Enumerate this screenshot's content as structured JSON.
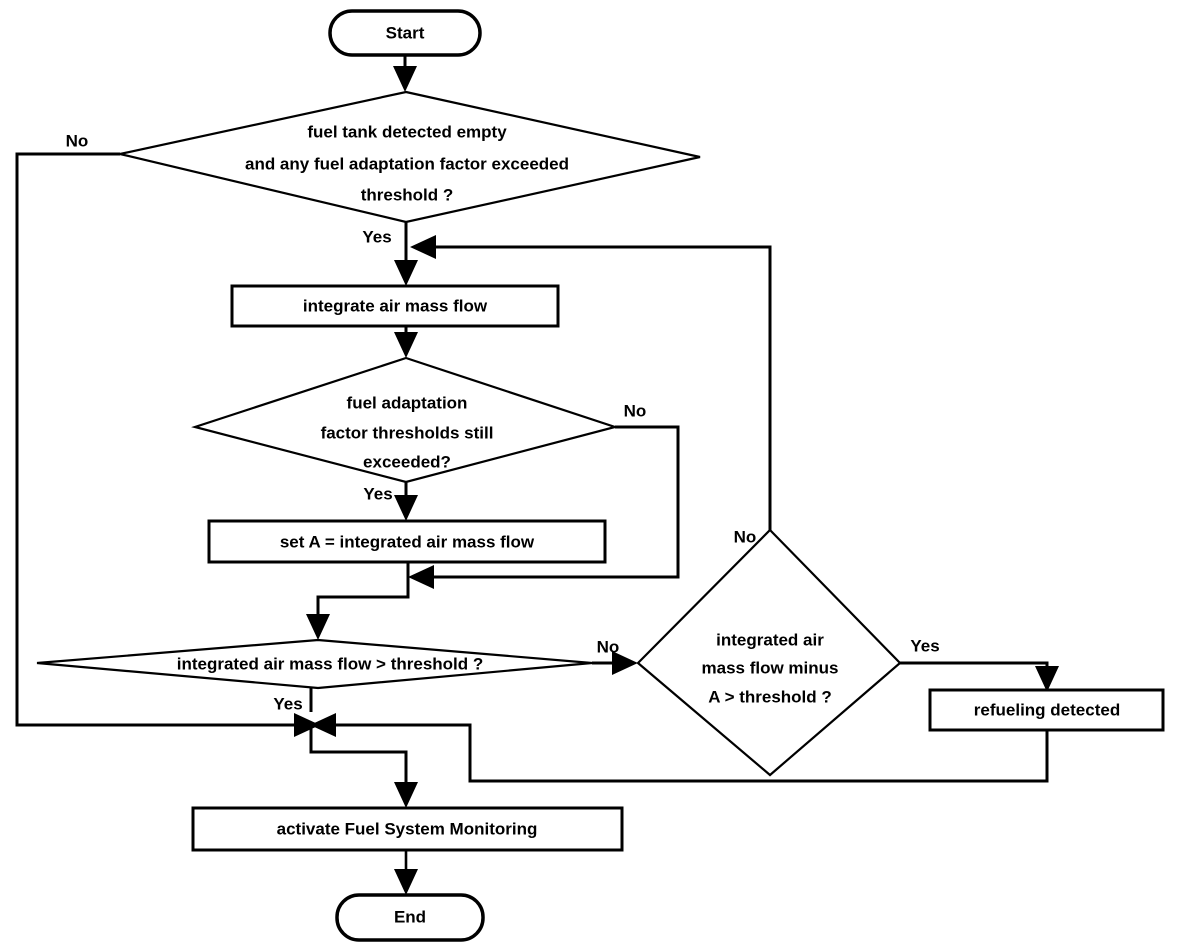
{
  "chart_data": {
    "type": "diagram",
    "diagram_kind": "flowchart",
    "title": "",
    "nodes": [
      {
        "id": "start",
        "shape": "terminator",
        "label": "Start"
      },
      {
        "id": "d1",
        "shape": "decision",
        "label_lines": [
          "fuel tank detected empty",
          "and any fuel adaptation factor exceeded",
          "threshold ?"
        ]
      },
      {
        "id": "integrate",
        "shape": "process",
        "label": "integrate air mass flow"
      },
      {
        "id": "d2",
        "shape": "decision",
        "label_lines": [
          "fuel adaptation",
          "factor thresholds still",
          "exceeded?"
        ]
      },
      {
        "id": "setA",
        "shape": "process",
        "label": "set A = integrated air mass flow"
      },
      {
        "id": "d3",
        "shape": "decision",
        "label_lines": [
          "integrated air mass flow > threshold ?"
        ]
      },
      {
        "id": "d4",
        "shape": "decision",
        "label_lines": [
          "integrated air",
          "mass flow minus",
          "A > threshold ?"
        ]
      },
      {
        "id": "refueling",
        "shape": "process",
        "label": "refueling detected"
      },
      {
        "id": "activate",
        "shape": "process",
        "label": "activate Fuel System Monitoring"
      },
      {
        "id": "end",
        "shape": "terminator",
        "label": "End"
      }
    ],
    "edges": [
      {
        "from": "start",
        "to": "d1",
        "label": ""
      },
      {
        "from": "d1",
        "to": "activate",
        "label": "No"
      },
      {
        "from": "d1",
        "to": "integrate",
        "label": "Yes"
      },
      {
        "from": "integrate",
        "to": "d2",
        "label": ""
      },
      {
        "from": "d2",
        "to": "setA",
        "label": "Yes"
      },
      {
        "from": "d2",
        "to": "d3",
        "label": "No"
      },
      {
        "from": "setA",
        "to": "d3",
        "label": ""
      },
      {
        "from": "d3",
        "to": "activate",
        "label": "Yes"
      },
      {
        "from": "d3",
        "to": "d4",
        "label": "No"
      },
      {
        "from": "d4",
        "to": "integrate",
        "label": "No"
      },
      {
        "from": "d4",
        "to": "refueling",
        "label": "Yes"
      },
      {
        "from": "refueling",
        "to": "activate",
        "label": ""
      },
      {
        "from": "activate",
        "to": "end",
        "label": ""
      }
    ],
    "edge_labels": {
      "d1_no": "No",
      "d1_yes": "Yes",
      "d2_no": "No",
      "d2_yes": "Yes",
      "d3_no": "No",
      "d3_yes": "Yes",
      "d4_no": "No",
      "d4_yes": "Yes"
    },
    "colors": {
      "background": "#ffffff",
      "stroke": "#000000",
      "fill": "#ffffff",
      "text": "#000000"
    }
  },
  "nodes": {
    "start": {
      "label": "Start"
    },
    "end": {
      "label": "End"
    },
    "d1": {
      "line1": "fuel tank detected empty",
      "line2": "and any fuel adaptation factor exceeded",
      "line3": "threshold ?"
    },
    "integrate": {
      "label": "integrate air mass flow"
    },
    "d2": {
      "line1": "fuel adaptation",
      "line2": "factor thresholds still",
      "line3": "exceeded?"
    },
    "set_a": {
      "label": "set A = integrated air mass flow"
    },
    "d3": {
      "line1": "integrated air mass flow > threshold ?"
    },
    "d4": {
      "line1": "integrated air",
      "line2": "mass flow minus",
      "line3": "A > threshold ?"
    },
    "refueling": {
      "label": "refueling detected"
    },
    "activate": {
      "label": "activate Fuel System Monitoring"
    }
  },
  "labels": {
    "d1_no": "No",
    "d1_yes": "Yes",
    "d2_no": "No",
    "d2_yes": "Yes",
    "d3_no": "No",
    "d3_yes": "Yes",
    "d4_no": "No",
    "d4_yes": "Yes"
  }
}
